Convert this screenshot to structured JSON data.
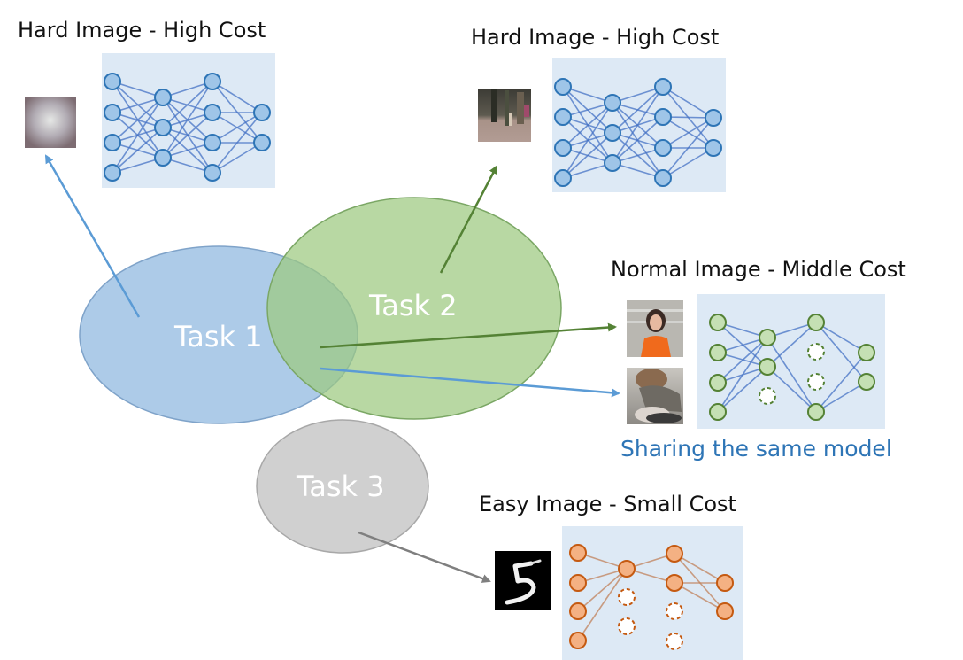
{
  "tasks": [
    {
      "id": "task1",
      "label": "Task 1",
      "color": "#adcbe8",
      "stroke": "#7fa3c9"
    },
    {
      "id": "task2",
      "label": "Task 2",
      "color": "#a9cf8f",
      "stroke": "#7ba765"
    },
    {
      "id": "task3",
      "label": "Task 3",
      "color": "#d0d0d0",
      "stroke": "#a8a8a8"
    }
  ],
  "groups": {
    "hard1": {
      "title": "Hard Image - High Cost",
      "image": "blurry-face-thumbnail"
    },
    "hard2": {
      "title": "Hard Image - High Cost",
      "image": "street-crowd-thumbnail"
    },
    "normal": {
      "title": "Normal Image - Middle Cost",
      "images": [
        "girl-orange-shirt-thumbnail",
        "person-washing-thumbnail"
      ],
      "caption": "Sharing the same model"
    },
    "easy": {
      "title": "Easy Image - Small Cost",
      "image": "mnist-digit-5-thumbnail"
    }
  },
  "networks": {
    "hard1": {
      "theme": "blue",
      "layers": [
        4,
        3,
        4,
        2
      ],
      "active": "all"
    },
    "hard2": {
      "theme": "blue",
      "layers": [
        4,
        3,
        4,
        2
      ],
      "active": "all"
    },
    "normal": {
      "theme": "green",
      "layers": [
        4,
        3,
        4,
        2
      ],
      "dropped": {
        "layer2": [
          2
        ],
        "layer3": [
          1,
          2
        ]
      }
    },
    "easy": {
      "theme": "orange",
      "layers": [
        4,
        3,
        4,
        2
      ],
      "dropped": {
        "layer2": [
          1,
          2
        ],
        "layer3": [
          2,
          3
        ]
      }
    }
  },
  "colors": {
    "blue_node_fill": "#9fc5e8",
    "blue_node_stroke": "#2e75b6",
    "edge_blue": "#4472c4",
    "green_node_fill": "#c5e0b4",
    "green_node_stroke": "#548235",
    "orange_node_fill": "#f4b183",
    "orange_node_stroke": "#c55a11",
    "orange_edge": "#c0805a",
    "panel_bg": "#dde9f5",
    "arrow_blue": "#5b9bd5",
    "arrow_green": "#548235",
    "arrow_gray": "#7f7f7f",
    "caption_blue": "#2e75b6"
  }
}
